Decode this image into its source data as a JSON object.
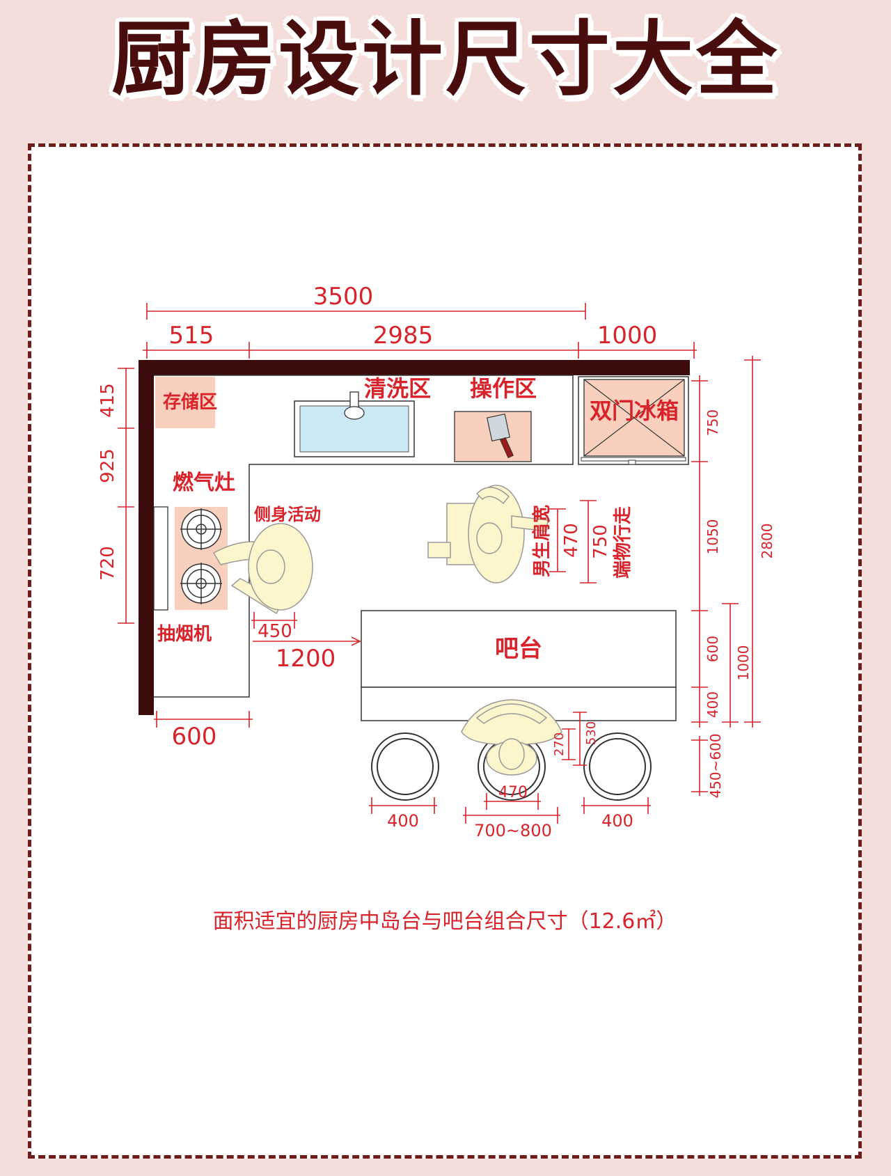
{
  "title": "厨房设计尺寸大全",
  "caption": "面积适宜的厨房中岛台与吧台组合尺寸（12.6㎡）",
  "colors": {
    "accent": "#d9232a",
    "wall": "#3c0c0c",
    "frame": "#6e1c1c",
    "background": "#f3dedb",
    "counter_fill": "#f8d0bd",
    "sink_fill": "#cce9f6",
    "person_fill": "#fdf6cc"
  },
  "zones": {
    "storage": "存储区",
    "washing": "清洗区",
    "prep": "操作区",
    "fridge": "双门冰箱",
    "stove": "燃气灶",
    "side_activity": "侧身活动",
    "hood": "抽烟机",
    "bar": "吧台",
    "shoulder_width": "男生肩宽",
    "carry_walk": "端物行走"
  },
  "dimensions": {
    "total_width": "3500",
    "top_left": "515",
    "top_mid": "2985",
    "top_right": "1000",
    "left_storage": "415",
    "left_gap": "925",
    "left_stove": "720",
    "counter_depth": "600",
    "side_gap": "450",
    "aisle": "1200",
    "shoulder": "470",
    "carry": "750",
    "fridge_depth": "750",
    "right_aisle": "1050",
    "bar_depth": "600",
    "bar_overhang": "400",
    "bar_total": "1000",
    "total_depth": "2800",
    "stool_left": "400",
    "stool_right": "400",
    "seat_shoulder": "470",
    "seat_width": "700~800",
    "seat_back": "270",
    "seat_depth": "530",
    "stool_gap": "450~600"
  }
}
